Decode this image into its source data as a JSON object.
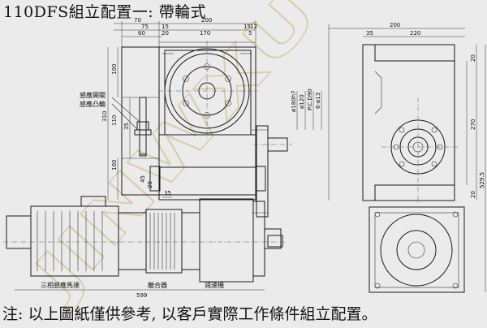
{
  "title": "110DFS組立配置一: 帶輪式",
  "footer_note": "注: 以上圖紙僅供參考, 以客戶實際工作條件組立配置。",
  "watermark": "JINWXU",
  "labels": {
    "sensor_switch": "感應開關",
    "sensor_cam": "感應凸輪",
    "motor": "三相感應馬達",
    "clutch": "離合器",
    "reducer": "減速機"
  },
  "dimensions": {
    "top_70": "70",
    "top_75": "75",
    "top_15": "15",
    "top_200": "200",
    "top_15b": "15",
    "top_12": "12",
    "top_60": "60",
    "top_20": "20",
    "top_170": "170",
    "top_5": "5",
    "left_100": "100",
    "left_310": "310",
    "left_110": "110",
    "left_35": "35",
    "left_100b": "100",
    "left_45": "45",
    "left_20": "20",
    "bottom_35": "35",
    "total_599": "599",
    "dia_1": "ø180h7",
    "dia_2": "ø120",
    "dia_3": "P.C.D90",
    "dia_4": "6-ø13",
    "side_200": "200",
    "side_35": "35",
    "side_220": "220",
    "side_20": "20",
    "side_270": "270",
    "side_20b": "20",
    "side_529_5": "529.5"
  }
}
